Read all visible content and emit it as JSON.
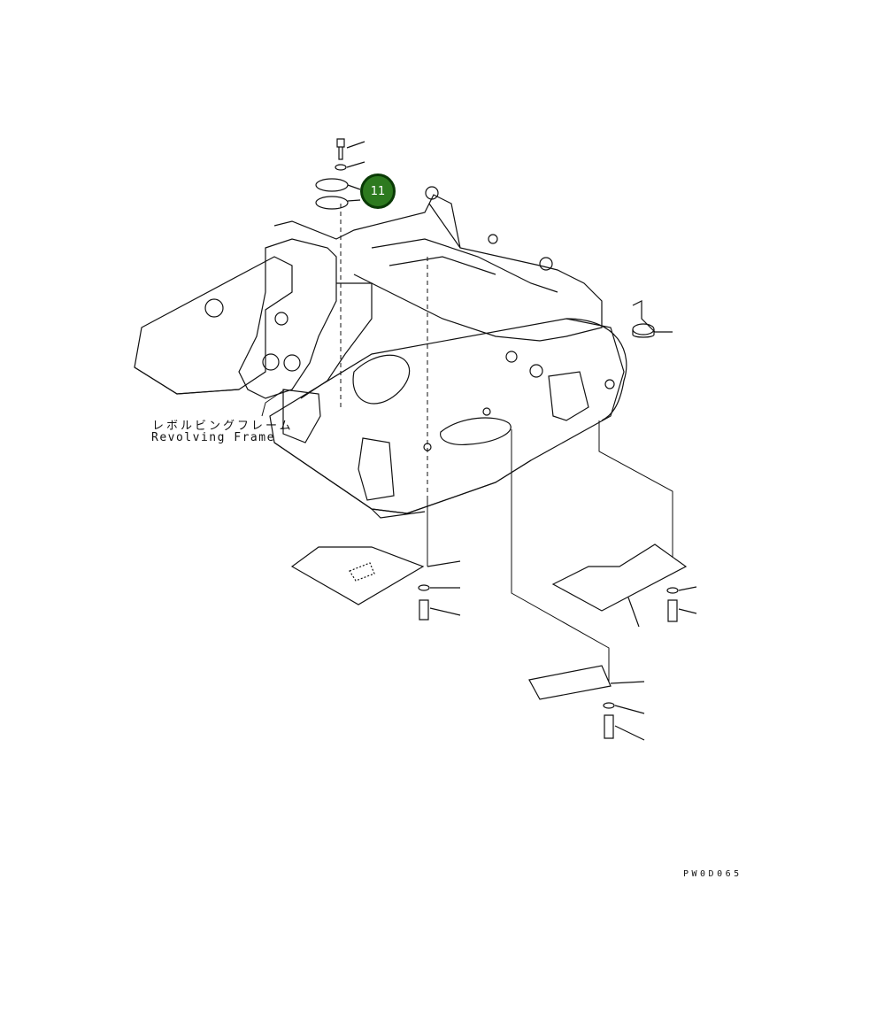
{
  "labels": {
    "jp": "レボルビングフレーム",
    "en": "Revolving Frame",
    "drawing_code": "PW0D065"
  },
  "callout": {
    "number": "11",
    "color": "#2d7a1f"
  }
}
